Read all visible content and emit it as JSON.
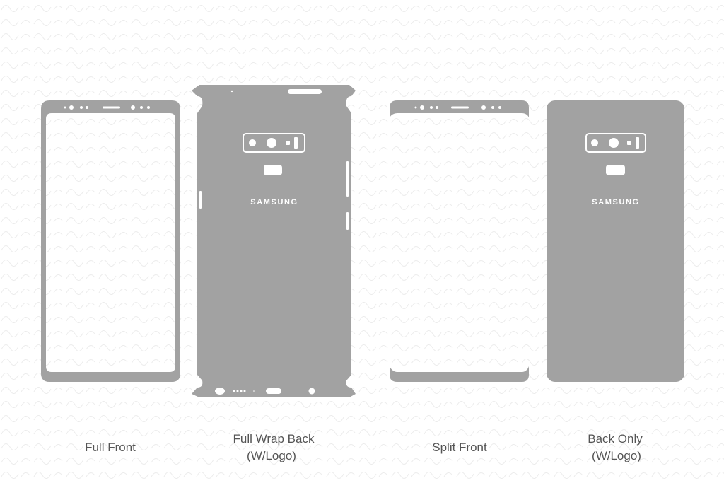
{
  "colors": {
    "template_fill": "#a2a2a2",
    "background": "#ffffff",
    "label_text": "#555555"
  },
  "templates": [
    {
      "label_lines": [
        "Full Front"
      ]
    },
    {
      "label_lines": [
        "Full Wrap Back",
        "(W/Logo)"
      ],
      "logo": "SAMSUNG"
    },
    {
      "label_lines": [
        "Split Front"
      ]
    },
    {
      "label_lines": [
        "Back Only",
        "(W/Logo)"
      ],
      "logo": "SAMSUNG"
    }
  ]
}
